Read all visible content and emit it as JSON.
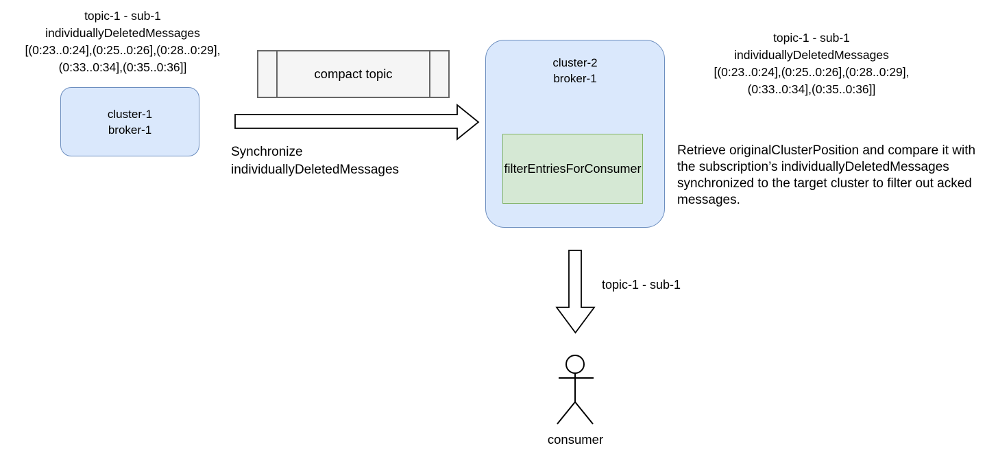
{
  "colors": {
    "background": "#ffffff",
    "cluster_fill": "#dae8fc",
    "cluster_border": "#6c8ebf",
    "process_fill": "#f5f5f5",
    "process_border": "#666666",
    "filter_fill": "#d5e8d4",
    "filter_border": "#82b366",
    "line": "#000000"
  },
  "source_note": {
    "lines": [
      "topic-1 - sub-1",
      "individuallyDeletedMessages",
      "[(0:23..0:24],(0:25..0:26],(0:28..0:29],",
      "(0:33..0:34],(0:35..0:36]]"
    ]
  },
  "cluster1": {
    "line1": "cluster-1",
    "line2": "broker-1"
  },
  "compact_topic": {
    "label": "compact topic"
  },
  "sync_arrow": {
    "label_line1": "Synchronize",
    "label_line2": "individuallyDeletedMessages"
  },
  "cluster2": {
    "line1": "cluster-2",
    "line2": "broker-1",
    "filter_label": "filterEntriesForConsumer"
  },
  "target_note": {
    "lines": [
      "topic-1 - sub-1",
      "individuallyDeletedMessages",
      "[(0:23..0:24],(0:25..0:26],(0:28..0:29],",
      "(0:33..0:34],(0:35..0:36]]"
    ]
  },
  "description": {
    "text": "Retrieve originalClusterPosition and compare it with the subscription’s individuallyDeletedMessages synchronized to the target cluster to filter out acked messages."
  },
  "consume_arrow": {
    "label": "topic-1 - sub-1"
  },
  "consumer": {
    "label": "consumer"
  }
}
